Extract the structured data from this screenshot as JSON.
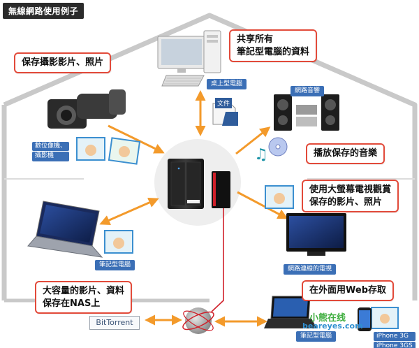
{
  "title": "無線網路使用例子",
  "callouts": {
    "camera": "保存攝影影片、照片",
    "share": [
      "共享所有",
      "筆記型電腦的資料"
    ],
    "music": "播放保存的音樂",
    "tv": [
      "使用大螢幕電視觀賞",
      "保存的影片、照片"
    ],
    "nas": [
      "大容量的影片、資料",
      "保存在NAS上"
    ],
    "web": "在外面用Web存取"
  },
  "labels": {
    "desktop": "桌上型電腦",
    "audio": "網路音響",
    "camera": [
      "數位像機、",
      "攝影機"
    ],
    "laptop": "筆記型電腦",
    "tv": "網路連線的電視",
    "laptop2": "筆記型電腦",
    "iphone": [
      "iPhone 3G",
      "iPhone 3GS"
    ],
    "doc": "文件"
  },
  "bittorrent": "BitTorrent",
  "watermark": {
    "cn": "小熊在线",
    "en": "beareyes.com"
  },
  "colors": {
    "arrow": "#f39a2b",
    "callout_border": "#e24a3a",
    "label_bg": "#3b6fb6",
    "house_line": "#c9c9c9",
    "cable": "#d0202a"
  }
}
